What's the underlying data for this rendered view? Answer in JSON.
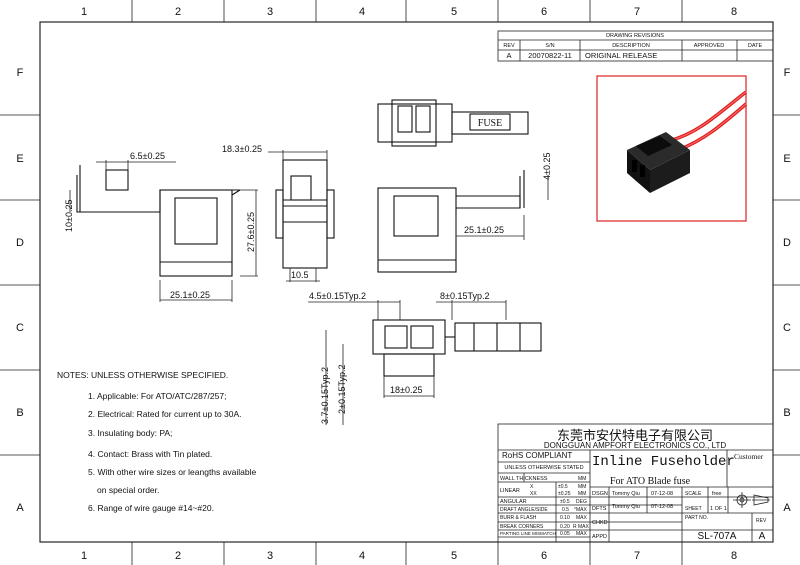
{
  "grid": {
    "columns": [
      "1",
      "2",
      "3",
      "4",
      "5",
      "6",
      "7",
      "8"
    ],
    "rows": [
      "F",
      "E",
      "D",
      "C",
      "B",
      "A"
    ]
  },
  "revisions": {
    "title": "DRAWING REVISIONS",
    "headers": {
      "rev": "REV",
      "sn": "S/N",
      "description": "DESCRIPTION",
      "approved": "APPROVED",
      "date": "DATE"
    },
    "row": {
      "rev": "A",
      "sn": "20070822-11",
      "description": "ORIGINAL RELEASE"
    }
  },
  "dimensions": {
    "d1": "6.5±0.25",
    "d2": "18.3±0.25",
    "d3": "10±0.25",
    "d4": "27.6±0.25",
    "d5": "10.5",
    "d6": "25.1±0.25",
    "d7": "4±0.25",
    "d8": "25.1±0.25",
    "d9": "4.5±0.15Typ.2",
    "d10": "8±0.15Typ.2",
    "d11": "3.7±0.15Typ.2",
    "d12": "2±0.15Typ.2",
    "d13": "18±0.25"
  },
  "fuse_label": "FUSE",
  "notes": {
    "header": "NOTES: UNLESS OTHERWISE SPECIFIED.",
    "items": [
      "1.  Applicable: For ATO/ATC/287/257;",
      "2. Electrical: Rated for current up to 30A.",
      "3. Insulating body: PA;",
      "4. Contact: Brass with Tin plated.",
      "5. With other wire sizes or leangths available",
      "on special order.",
      "6. Range of wire gauge #14~#20."
    ]
  },
  "title_block": {
    "company_cn": "东莞市安伏特电子有限公司",
    "company_en": "DONGGUAN AMPFORT ELECTRONICS CO., LTD",
    "rohs": "RoHS COMPLIANT",
    "product": "Inline Fuseholder",
    "customer": "Customer",
    "subtitle": "For ATO Blade fuse",
    "tolerance_header": "UNLESS OTHERWISE STATED",
    "wall": "WALL THICKNESS",
    "mm": "MM",
    "linear": "LINEAR",
    "x_label": "X",
    "x_val": "±0.5",
    "xx_label": "XX",
    "xx_val": "±0.25",
    "angular": "ANGULAR",
    "angular_val": "±0.5",
    "deg": "DEG",
    "draft": "DRAFT ANGLE/SIDE",
    "draft_val": "0.5",
    "max": "°MAX",
    "burr": "BURR & FLASH",
    "burr_val": "0.10",
    "burr_max": "MAX",
    "break": "BREAK   CORNERS",
    "break_val": "0.20",
    "break_max": "R MAX",
    "parting": "PARTING LINE MISMATCH",
    "parting_val": "0.05",
    "parting_max": "MAX",
    "dsgn": "DSGN",
    "dfts": "DFTS",
    "chkd": "CHKD",
    "appd": "APPD",
    "dsgn_name": "Tommy Qiu",
    "dsgn_date": "07-12-08",
    "dfts_name": "Tommy Qiu",
    "dfts_date": "07-12-08",
    "scale_label": "SCALE",
    "scale_val": "free",
    "sheet_label": "SHEET",
    "sheet_val": "1  OF  1",
    "part_no_label": "PART NO.",
    "rev_label": "REV",
    "part_no": "SL-707A",
    "rev": "A"
  }
}
